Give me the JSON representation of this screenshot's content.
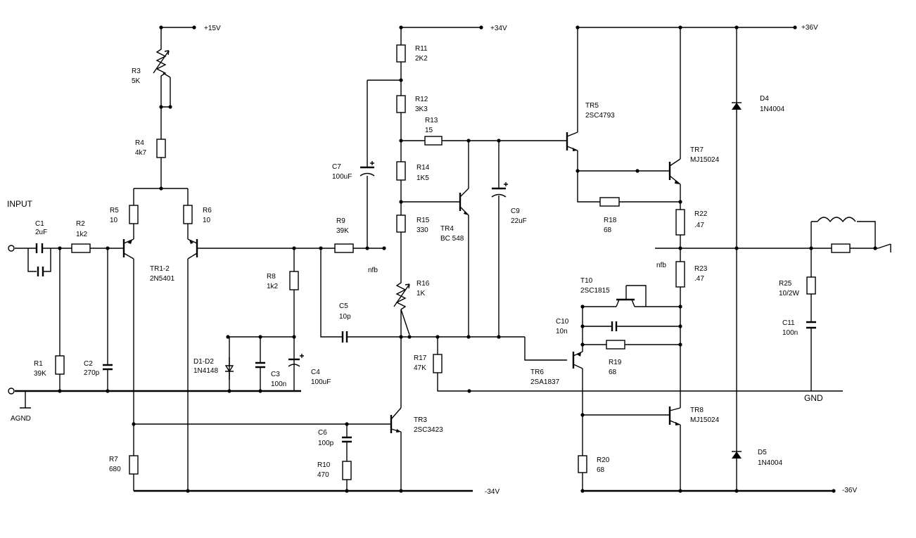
{
  "rails": {
    "p15": "+15V",
    "p34": "+34V",
    "p36": "+36V",
    "m34": "-34V",
    "m36": "-36V",
    "input": "INPUT",
    "agnd": "AGND",
    "gnd": "GND",
    "nfb1": "nfb",
    "nfb2": "nfb"
  },
  "components": {
    "C1": {
      "ref": "C1",
      "val": "2uF"
    },
    "R2": {
      "ref": "R2",
      "val": "1k2"
    },
    "R1": {
      "ref": "R1",
      "val": "39K"
    },
    "C2": {
      "ref": "C2",
      "val": "270p"
    },
    "R3": {
      "ref": "R3",
      "val": "5K"
    },
    "R4": {
      "ref": "R4",
      "val": "4k7"
    },
    "R5": {
      "ref": "R5",
      "val": "10"
    },
    "R6": {
      "ref": "R6",
      "val": "10"
    },
    "TR12": {
      "ref": "TR1-2",
      "val": "2N5401"
    },
    "R7": {
      "ref": "R7",
      "val": "680"
    },
    "R8": {
      "ref": "R8",
      "val": "1k2"
    },
    "D12": {
      "ref": "D1-D2",
      "val": "1N4148"
    },
    "C3": {
      "ref": "C3",
      "val": "100n"
    },
    "C4": {
      "ref": "C4",
      "val": "100uF"
    },
    "R9": {
      "ref": "R9",
      "val": "39K"
    },
    "C7": {
      "ref": "C7",
      "val": "100uF"
    },
    "C5": {
      "ref": "C5",
      "val": "10p"
    },
    "C6": {
      "ref": "C6",
      "val": "100p"
    },
    "R10": {
      "ref": "R10",
      "val": "470"
    },
    "TR3": {
      "ref": "TR3",
      "val": "2SC3423"
    },
    "R11": {
      "ref": "R11",
      "val": "2K2"
    },
    "R12": {
      "ref": "R12",
      "val": "3K3"
    },
    "R13": {
      "ref": "R13",
      "val": "15"
    },
    "R14": {
      "ref": "R14",
      "val": "1K5"
    },
    "R15": {
      "ref": "R15",
      "val": "330"
    },
    "TR4": {
      "ref": "TR4",
      "val": "BC 548"
    },
    "C9": {
      "ref": "C9",
      "val": "22uF"
    },
    "R16": {
      "ref": "R16",
      "val": "1K"
    },
    "R17": {
      "ref": "R17",
      "val": "47K"
    },
    "TR5": {
      "ref": "TR5",
      "val": "2SC4793"
    },
    "TR7": {
      "ref": "TR7",
      "val": "MJ15024"
    },
    "R18": {
      "ref": "R18",
      "val": "68"
    },
    "R22": {
      "ref": "R22",
      "val": ".47"
    },
    "R23": {
      "ref": "R23",
      "val": ".47"
    },
    "T10": {
      "ref": "T10",
      "val": "2SC1815"
    },
    "C10": {
      "ref": "C10",
      "val": "10n"
    },
    "R19": {
      "ref": "R19",
      "val": "68"
    },
    "TR6": {
      "ref": "TR6",
      "val": "2SA1837"
    },
    "TR8": {
      "ref": "TR8",
      "val": "MJ15024"
    },
    "R20": {
      "ref": "R20",
      "val": "68"
    },
    "D4": {
      "ref": "D4",
      "val": "1N4004"
    },
    "D5": {
      "ref": "D5",
      "val": "1N4004"
    },
    "R25": {
      "ref": "R25",
      "val": "10/2W"
    },
    "C11": {
      "ref": "C11",
      "val": "100n"
    }
  }
}
